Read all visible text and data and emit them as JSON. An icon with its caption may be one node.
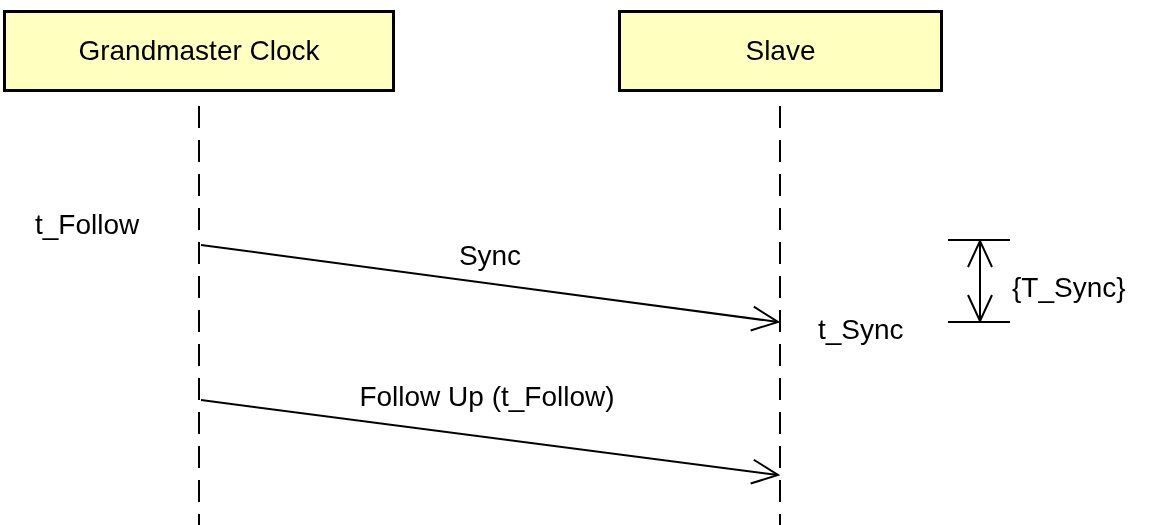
{
  "diagram": {
    "nodes": [
      {
        "text": [
          "Grandmaster Clock"
        ]
      },
      {
        "text": [
          "Slave"
        ]
      },
      {
        "text": [],
        "shape": "line"
      },
      {
        "text": [],
        "shape": "line"
      }
    ],
    "edges": [
      {
        "from": 2,
        "to": 3,
        "arrow": "to",
        "label": "Sync"
      },
      {
        "from": 2,
        "to": 3,
        "arrow": "to",
        "label": "Follow Up (t_Follow)"
      }
    ],
    "labels": [
      "t_Follow",
      "t_Sync",
      "{T_Sync}"
    ]
  }
}
